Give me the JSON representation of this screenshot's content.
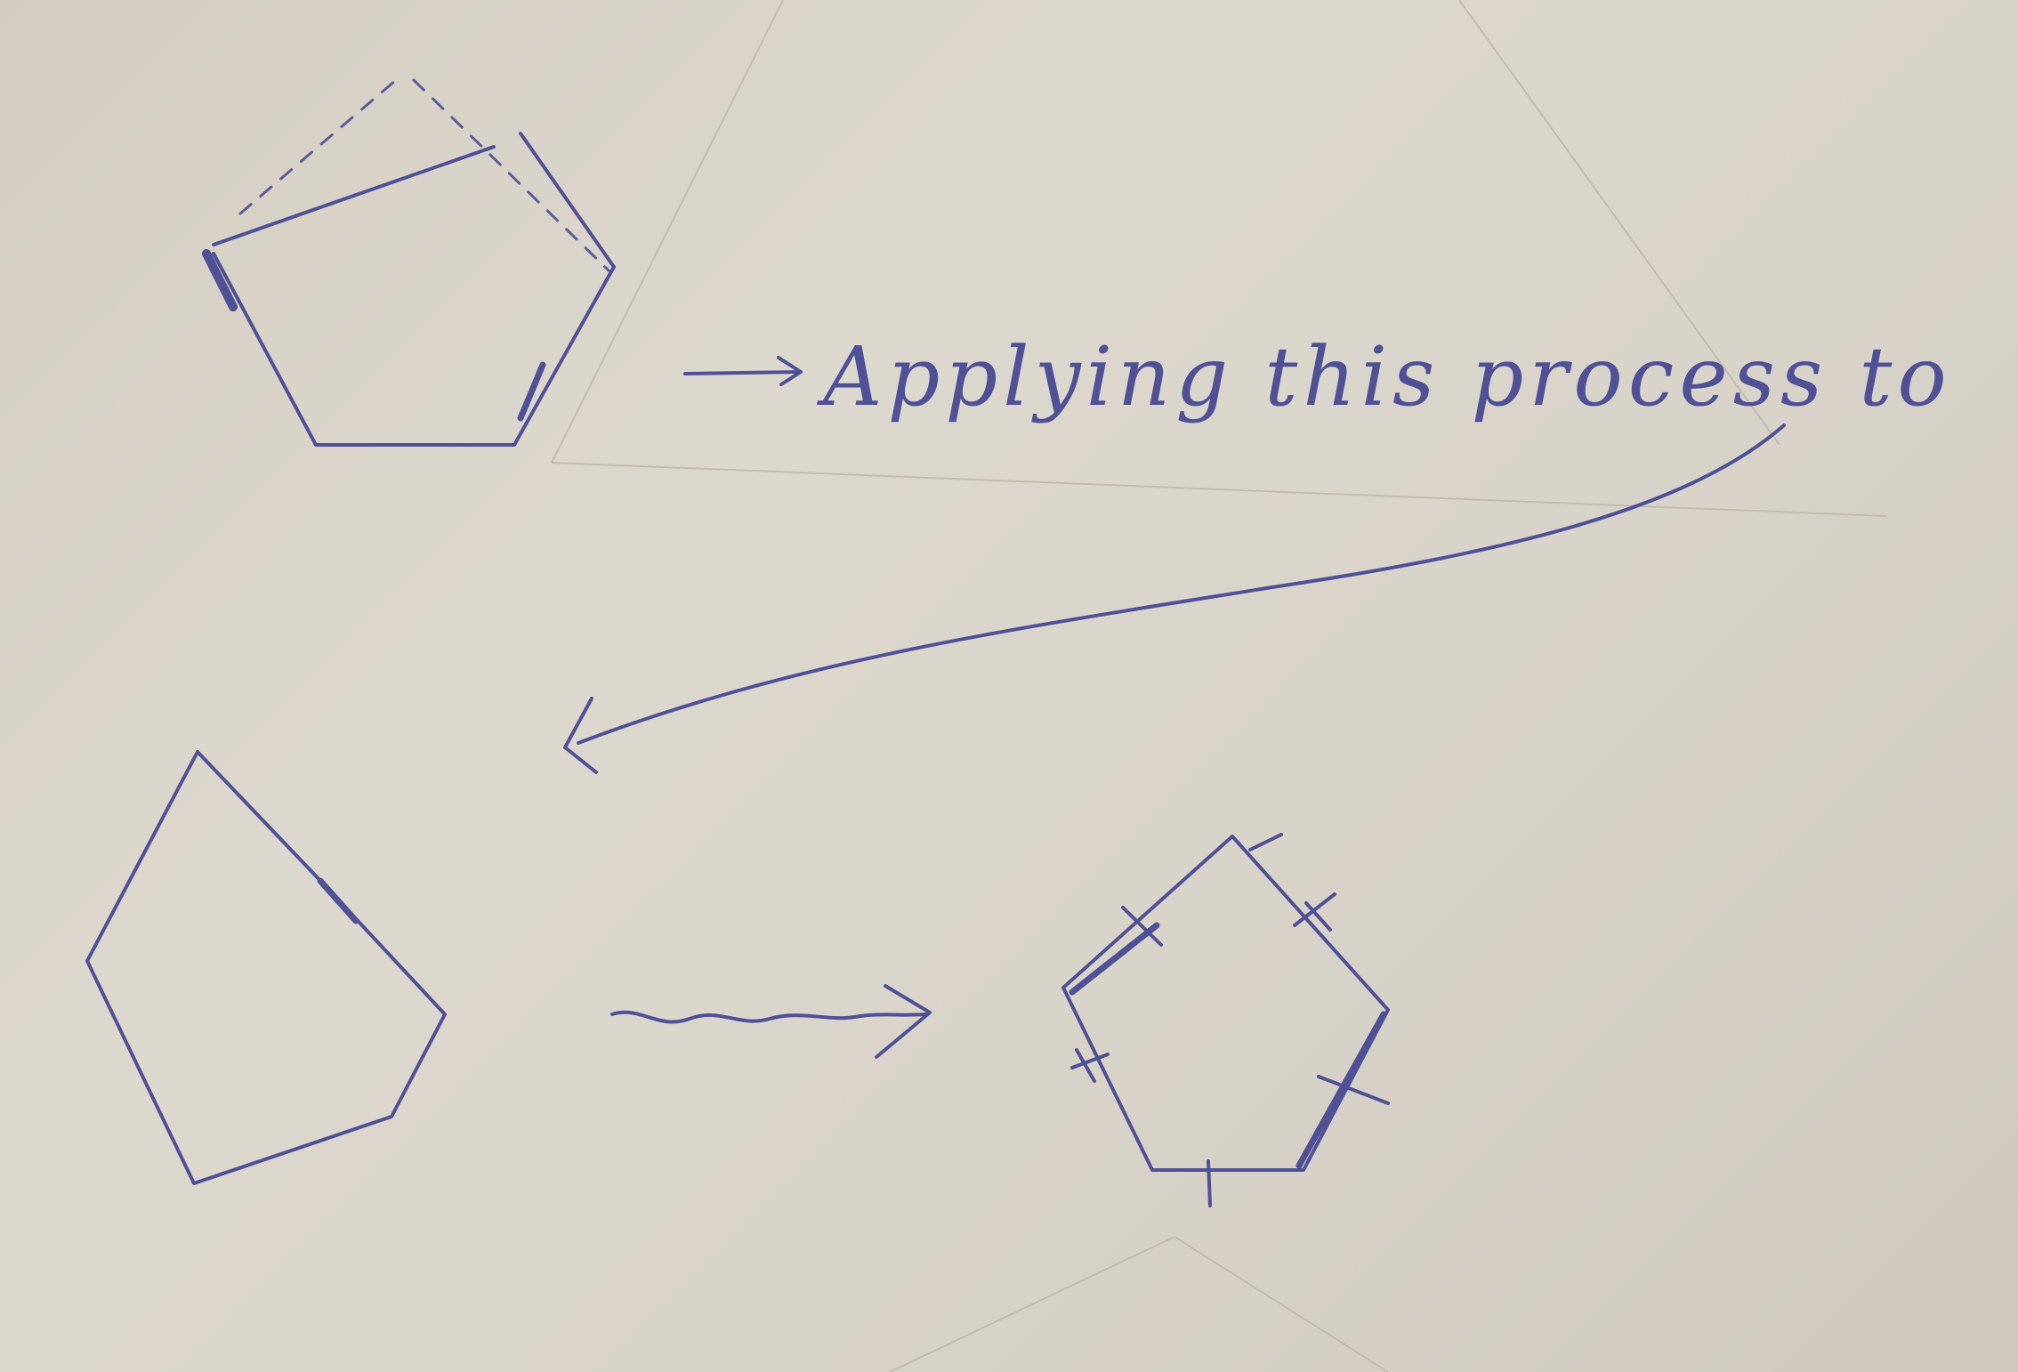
{
  "caption": {
    "text": "Applying this process to"
  },
  "colors": {
    "ink": "#4e5196",
    "paper": "#d7d1c6"
  },
  "figures": [
    {
      "id": "fold-pentagon",
      "description_kind": "pentagon with dashed fold lines"
    },
    {
      "id": "irregular-pentagon",
      "description_kind": "irregular pentagon"
    },
    {
      "id": "regular-pentagon",
      "description_kind": "pentagon with tick marks on each side"
    }
  ]
}
